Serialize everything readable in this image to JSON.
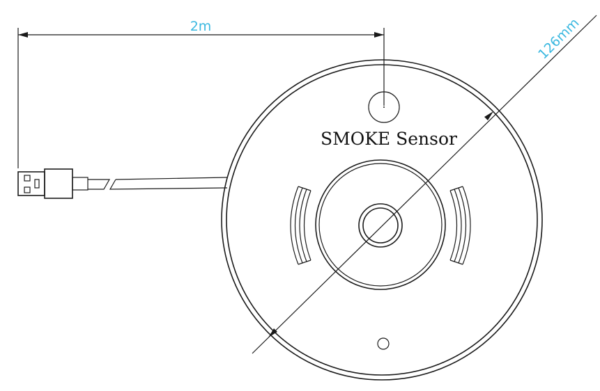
{
  "diagram": {
    "device_label": "SMOKE Sensor",
    "dimensions": {
      "cable_length": "2m",
      "diameter": "126mm"
    },
    "colors": {
      "line": "#1a1a1a",
      "dimension_text": "#3ab8e0",
      "background": "#ffffff"
    }
  }
}
